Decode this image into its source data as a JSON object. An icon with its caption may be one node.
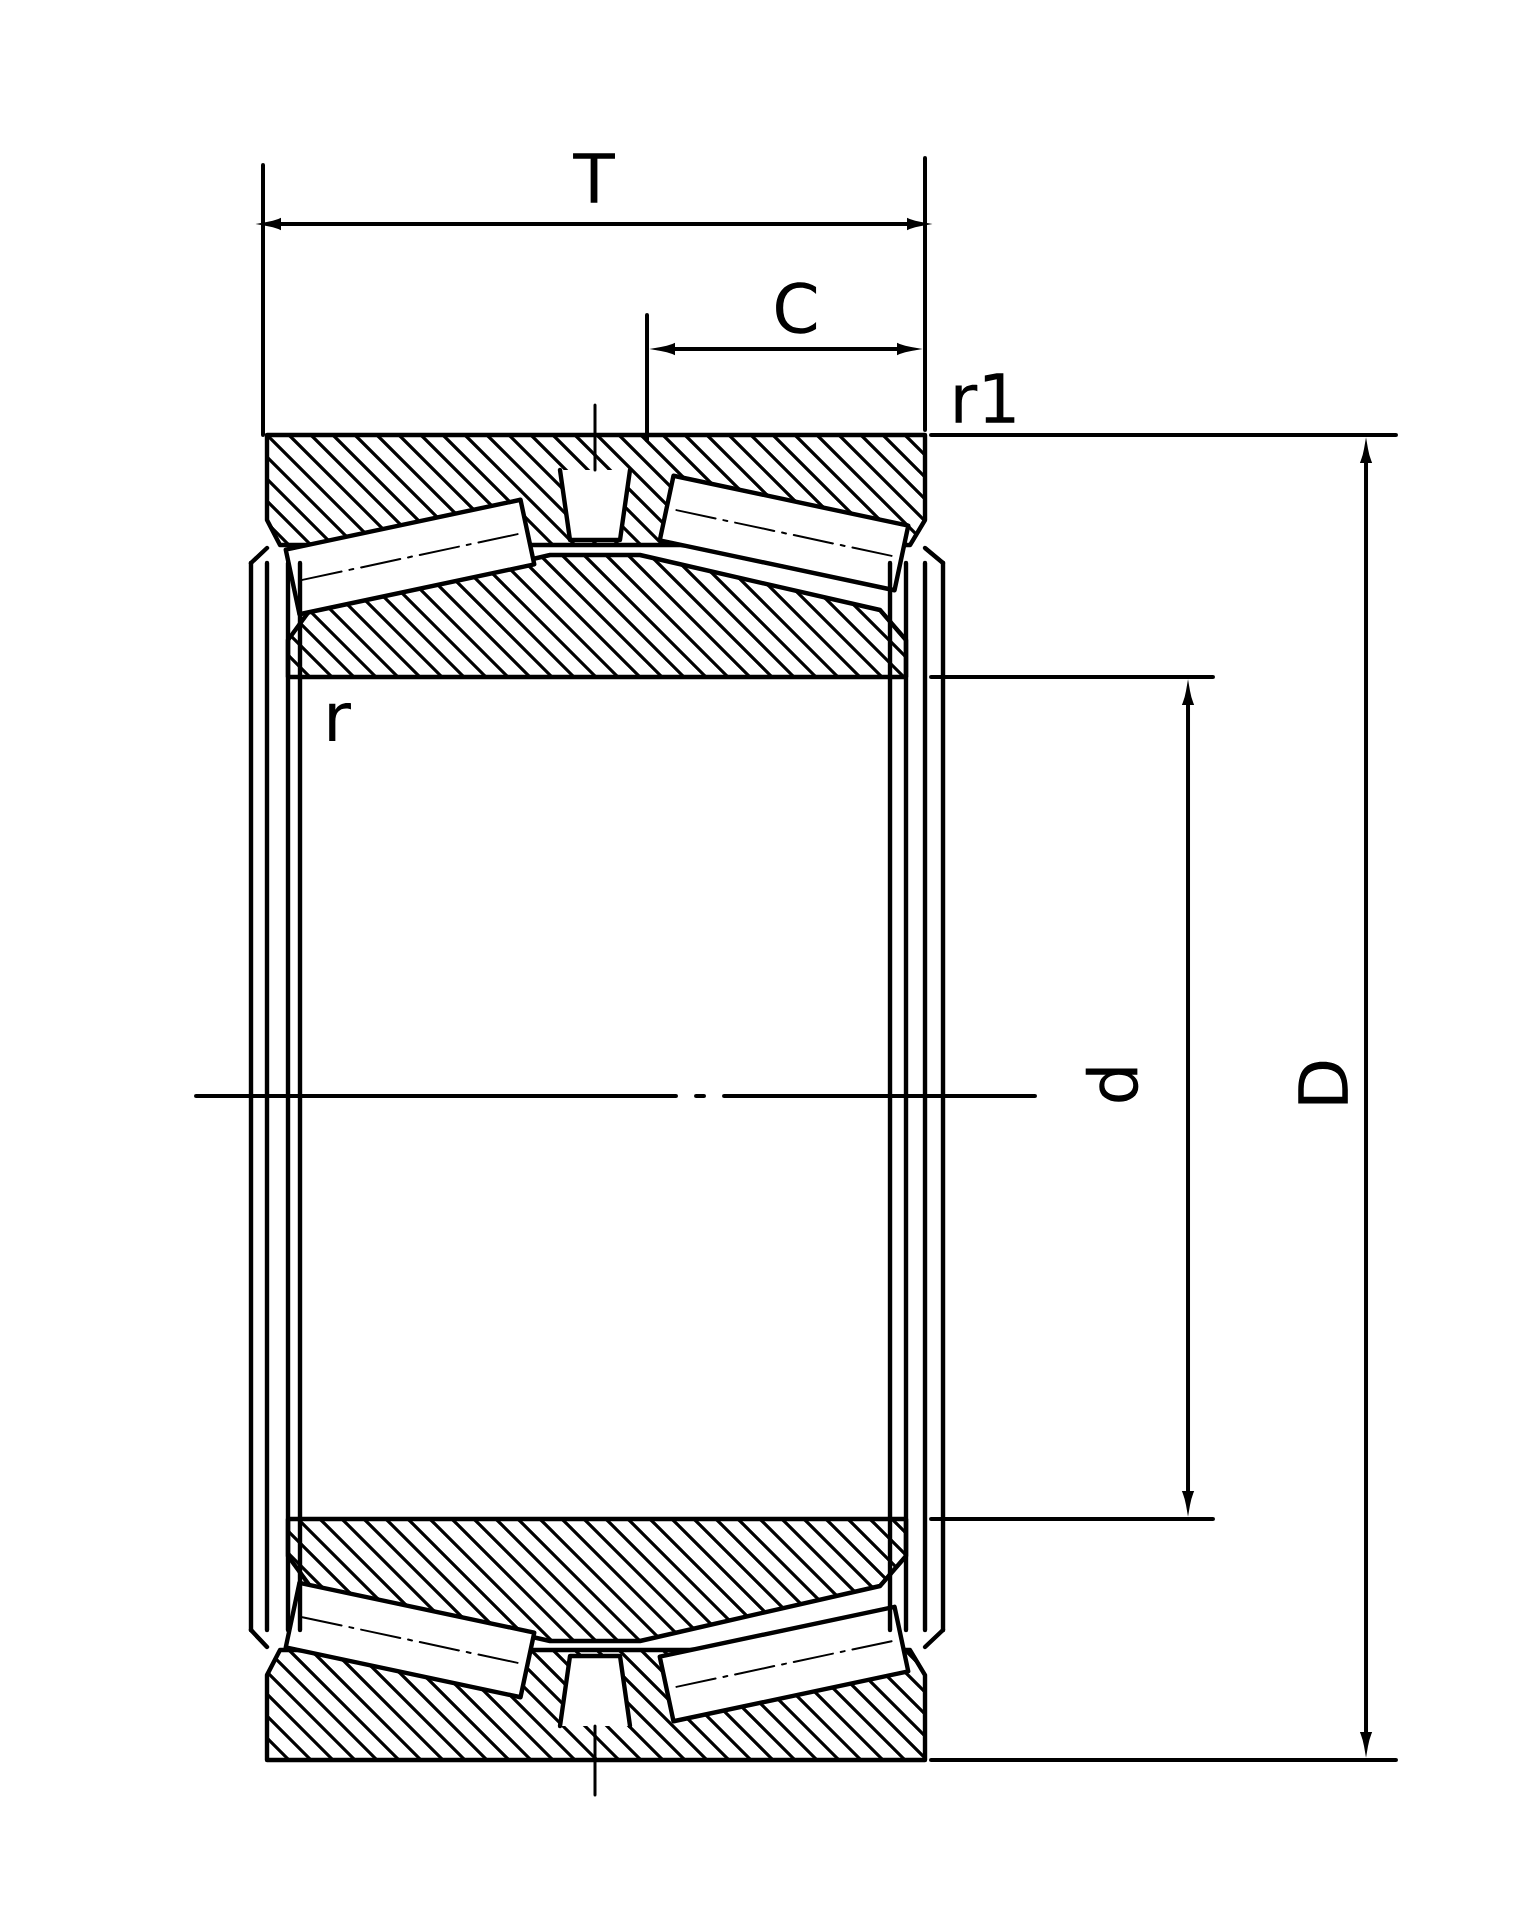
{
  "diagram": {
    "labels": [
      "T",
      "C",
      "r1",
      "r",
      "d",
      "D"
    ]
  }
}
